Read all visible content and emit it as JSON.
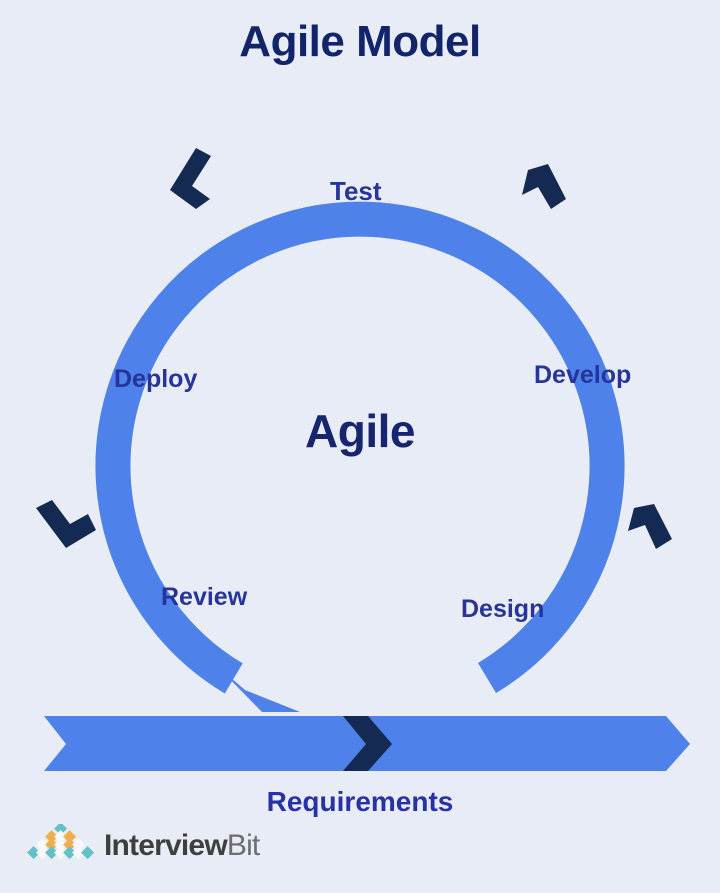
{
  "title": "Agile Model",
  "center_label": "Agile",
  "colors": {
    "background": "#e8ecf6",
    "ring_blue": "#4e81ea",
    "arrow_navy": "#152a52",
    "title_navy": "#12256b",
    "label_blue": "#27349b",
    "logo_teal": "#63c0c6",
    "logo_orange": "#efb04b",
    "logo_white": "#f7f8f9"
  },
  "chart_data": {
    "type": "diagram",
    "title": "Agile Model",
    "center_label": "Agile",
    "shape": "cycle",
    "stages": [
      {
        "label": "Test",
        "angle_deg": 0,
        "position": "top"
      },
      {
        "label": "Develop",
        "angle_deg": 60,
        "position": "right-upper"
      },
      {
        "label": "Design",
        "angle_deg": 120,
        "position": "right-lower"
      },
      {
        "label": "Requirements",
        "angle_deg": 180,
        "position": "bottom-band"
      },
      {
        "label": "Review",
        "angle_deg": 240,
        "position": "left-lower"
      },
      {
        "label": "Deploy",
        "angle_deg": 300,
        "position": "left-upper"
      }
    ],
    "direction": "clockwise",
    "arrow_markers": 5,
    "legend": "none",
    "grid": false
  },
  "stage_labels": {
    "test": "Test",
    "develop": "Develop",
    "design": "Design",
    "review": "Review",
    "deploy": "Deploy",
    "requirements": "Requirements"
  },
  "brand": {
    "name_bold": "Interview",
    "name_light": "Bit",
    "mark": "diamond-triangle-logo"
  }
}
